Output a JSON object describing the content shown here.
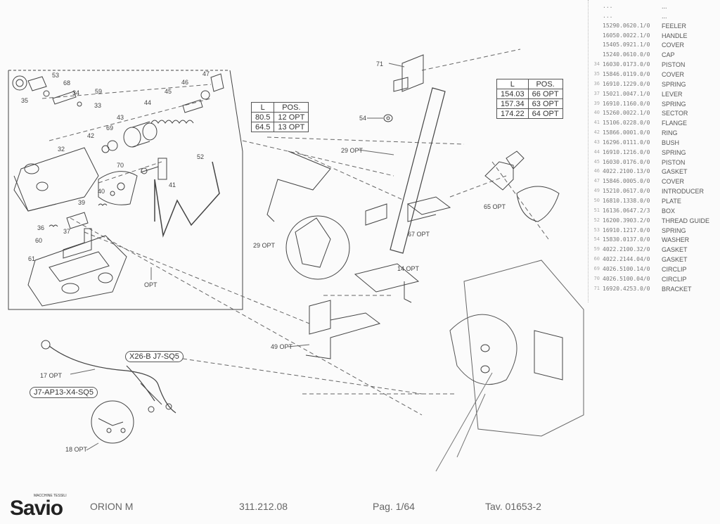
{
  "drawing": {
    "main_group_label": "OPT",
    "group_labels": {
      "p29_detail": "29 OPT",
      "p29": "29 OPT",
      "p14": "14 OPT",
      "p49": "49 OPT",
      "p67": "67 OPT",
      "p65": "65 OPT",
      "p71": "71",
      "p54": "54",
      "p17": "17 OPT",
      "p18": "18 OPT"
    },
    "callouts_left": [
      "53",
      "68",
      "34",
      "59",
      "33",
      "35",
      "69",
      "42",
      "43",
      "44",
      "45",
      "46",
      "47",
      "32",
      "70",
      "40",
      "41",
      "52",
      "39",
      "36",
      "37",
      "60",
      "61"
    ],
    "cable_labels": [
      "X26-B J7-SQ5",
      "J7-AP13-X4-SQ5"
    ]
  },
  "table_left": {
    "headers": [
      "L",
      "POS."
    ],
    "rows": [
      [
        "80.5",
        "12 OPT"
      ],
      [
        "64.5",
        "13 OPT"
      ]
    ]
  },
  "table_right": {
    "headers": [
      "L",
      "POS."
    ],
    "rows": [
      [
        "154.03",
        "66 OPT"
      ],
      [
        "157.34",
        "63 OPT"
      ],
      [
        "174.22",
        "64 OPT"
      ]
    ]
  },
  "parts_list": [
    {
      "pos": "",
      "code": "...",
      "desc": "..."
    },
    {
      "pos": "",
      "code": "...",
      "desc": "..."
    },
    {
      "pos": "",
      "code": "15290.0620.1/0",
      "desc": "FEELER"
    },
    {
      "pos": "",
      "code": "16050.0022.1/0",
      "desc": "HANDLE"
    },
    {
      "pos": "",
      "code": "15405.0921.1/0",
      "desc": "COVER"
    },
    {
      "pos": "",
      "code": "15240.0610.0/0",
      "desc": "CAP"
    },
    {
      "pos": "34",
      "code": "16030.0173.0/0",
      "desc": "PISTON"
    },
    {
      "pos": "35",
      "code": "15846.0119.0/0",
      "desc": "COVER"
    },
    {
      "pos": "36",
      "code": "16910.1229.0/0",
      "desc": "SPRING"
    },
    {
      "pos": "37",
      "code": "15021.0047.1/0",
      "desc": "LEVER"
    },
    {
      "pos": "39",
      "code": "16910.1160.0/0",
      "desc": "SPRING"
    },
    {
      "pos": "40",
      "code": "15260.0022.1/0",
      "desc": "SECTOR"
    },
    {
      "pos": "41",
      "code": "15106.0228.0/0",
      "desc": "FLANGE"
    },
    {
      "pos": "42",
      "code": "15866.0001.0/0",
      "desc": "RING"
    },
    {
      "pos": "43",
      "code": "16296.0111.0/0",
      "desc": "BUSH"
    },
    {
      "pos": "44",
      "code": "16910.1216.0/0",
      "desc": "SPRING"
    },
    {
      "pos": "45",
      "code": "16030.0176.0/0",
      "desc": "PISTON"
    },
    {
      "pos": "46",
      "code": "4022.2100.13/0",
      "desc": "GASKET"
    },
    {
      "pos": "47",
      "code": "15846.0005.0/0",
      "desc": "COVER"
    },
    {
      "pos": "49",
      "code": "15210.0617.0/0",
      "desc": "INTRODUCER"
    },
    {
      "pos": "50",
      "code": "16810.1338.0/0",
      "desc": "PLATE"
    },
    {
      "pos": "51",
      "code": "16136.0647.2/3",
      "desc": "BOX"
    },
    {
      "pos": "52",
      "code": "16200.3903.2/0",
      "desc": "THREAD GUIDE"
    },
    {
      "pos": "53",
      "code": "16910.1217.0/0",
      "desc": "SPRING"
    },
    {
      "pos": "54",
      "code": "15830.0137.0/0",
      "desc": "WASHER"
    },
    {
      "pos": "59",
      "code": "4022.2100.32/0",
      "desc": "GASKET"
    },
    {
      "pos": "60",
      "code": "4022.2144.04/0",
      "desc": "GASKET"
    },
    {
      "pos": "69",
      "code": "4026.5100.14/0",
      "desc": "CIRCLIP"
    },
    {
      "pos": "70",
      "code": "4026.5100.04/0",
      "desc": "CIRCLIP"
    },
    {
      "pos": "71",
      "code": "16920.4253.0/0",
      "desc": "BRACKET"
    }
  ],
  "footer": {
    "brand": "Savio",
    "brand_sub": "MACCHINE TESSILI",
    "model": "ORION M",
    "code": "311.212.08",
    "page": "Pag. 1/64",
    "table": "Tav. 01653-2"
  }
}
